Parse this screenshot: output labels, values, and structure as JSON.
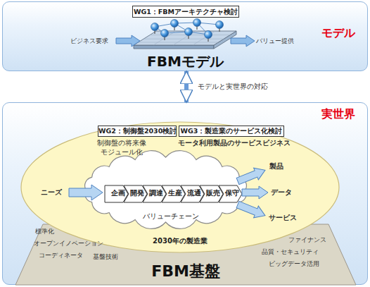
{
  "diagram": {
    "nodes": [
      {
        "text": [
          "モデル"
        ]
      },
      {
        "text": [
          "WG1：FBMアーキテクチャ検討"
        ],
        "in": 0
      },
      {
        "text": [
          "FBMモデル"
        ],
        "in": 0
      },
      {
        "text": [
          "実世界"
        ]
      },
      {
        "text": [
          "2030年の製造業"
        ],
        "in": 3
      },
      {
        "text": [
          "WG2：制御盤2030検討"
        ],
        "in": 4
      },
      {
        "text": [
          "WG3：製造業のサービス化検討"
        ],
        "in": 4
      },
      {
        "text": [
          "バリューチェーン"
        ],
        "in": 4
      },
      {
        "text": [
          "企画"
        ],
        "in": 7
      },
      {
        "text": [
          "開発"
        ],
        "in": 7
      },
      {
        "text": [
          "調達"
        ],
        "in": 7
      },
      {
        "text": [
          "生産"
        ],
        "in": 7
      },
      {
        "text": [
          "流通"
        ],
        "in": 7
      },
      {
        "text": [
          "販売"
        ],
        "in": 7
      },
      {
        "text": [
          "保守"
        ],
        "in": 7
      },
      {
        "text": [
          "FBM基盤"
        ],
        "in": 3
      }
    ],
    "edges": [
      {
        "from": 0,
        "to": 3,
        "arrow": "both",
        "label": "モデルと実世界の対応"
      }
    ],
    "labels": [
      "ビジネス要求",
      "バリュー提供",
      "制御盤の将来像 モジュール化",
      "モータ利用製品のサービスビジネス",
      "ニーズ",
      "製品",
      "データ",
      "サービス",
      "標準化",
      "オープンイノベーション",
      "コーディネータ",
      "基盤技術",
      "ファイナンス",
      "品質・セキュリティ",
      "ビッグデータ活用"
    ]
  }
}
